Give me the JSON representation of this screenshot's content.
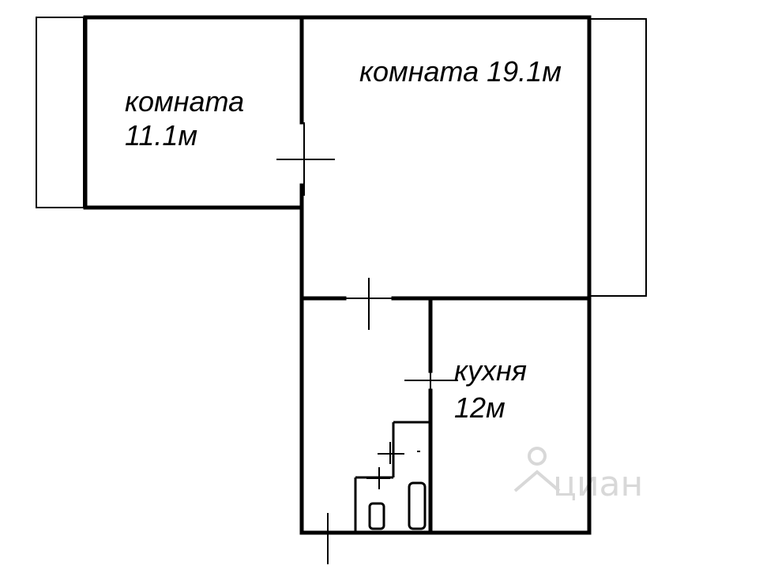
{
  "rooms": {
    "room_small": {
      "line1": "комната",
      "line2": "11.1м"
    },
    "room_large": {
      "label": "комната 19.1м"
    },
    "kitchen": {
      "line1": "кухня",
      "line2": "12м"
    }
  },
  "watermark": {
    "text": "циан",
    "icon": "cian-logo-icon"
  },
  "colors": {
    "ink": "#000000",
    "paper": "#ffffff",
    "watermark": "#d8d8d8"
  }
}
